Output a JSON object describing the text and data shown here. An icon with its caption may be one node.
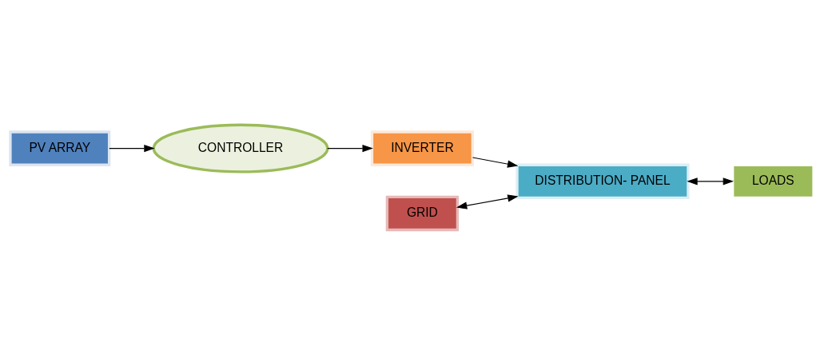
{
  "diagram": {
    "nodes": [
      {
        "text": [
          "PV ARRAY"
        ]
      },
      {
        "text": [
          "CONTROLLER"
        ]
      },
      {
        "text": [
          "INVERTER"
        ]
      },
      {
        "text": [
          "GRID"
        ]
      },
      {
        "text": [
          "DISTRIBUTION- PANEL"
        ]
      },
      {
        "text": [
          "LOADS"
        ]
      }
    ],
    "edges": [
      {
        "from": 0,
        "to": 1,
        "arrow": "to"
      },
      {
        "from": 1,
        "to": 2,
        "arrow": "to"
      },
      {
        "from": 2,
        "to": 4,
        "arrow": "to"
      },
      {
        "from": 3,
        "to": 4,
        "arrow": "both"
      },
      {
        "from": 4,
        "to": 5,
        "arrow": "both"
      }
    ]
  }
}
